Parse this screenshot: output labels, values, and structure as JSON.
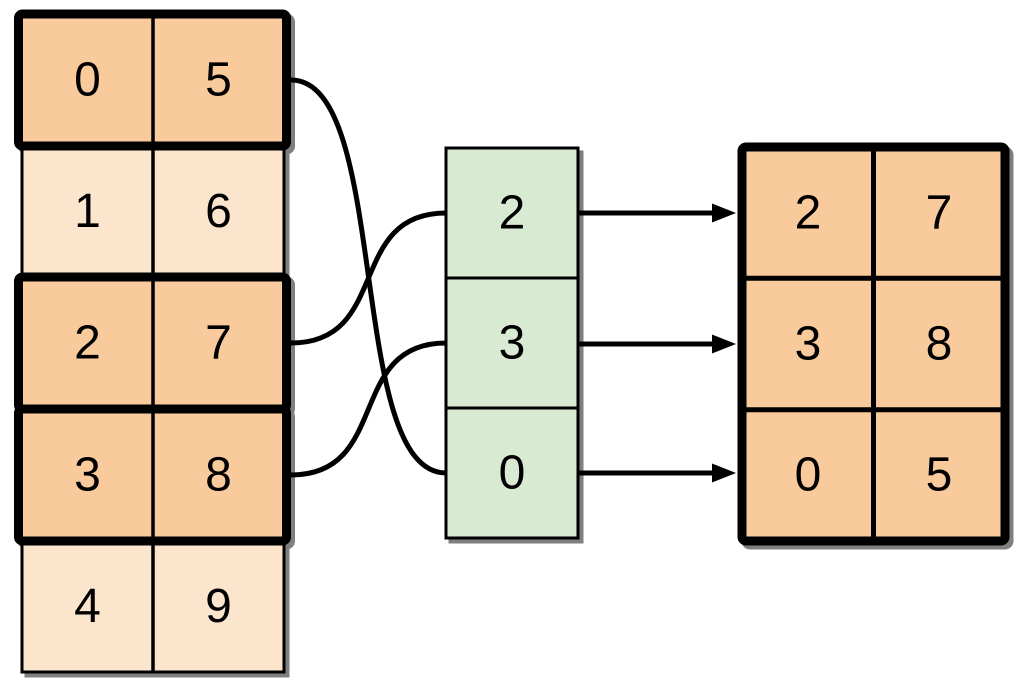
{
  "diagram": {
    "background": "#FFFFFF",
    "colors": {
      "highlight_fill": "#F9CB9C",
      "muted_fill": "#FCE5CD",
      "index_fill": "#D9EAD3",
      "line": "#000000",
      "text": "#000000"
    },
    "source_table": {
      "rows": [
        {
          "cells": [
            "0",
            "5"
          ],
          "highlighted": true
        },
        {
          "cells": [
            "1",
            "6"
          ],
          "highlighted": false
        },
        {
          "cells": [
            "2",
            "7"
          ],
          "highlighted": true
        },
        {
          "cells": [
            "3",
            "8"
          ],
          "highlighted": true
        },
        {
          "cells": [
            "4",
            "9"
          ],
          "highlighted": false
        }
      ]
    },
    "index_column": {
      "values": [
        "2",
        "3",
        "0"
      ]
    },
    "result_table": {
      "rows": [
        {
          "cells": [
            "2",
            "7"
          ]
        },
        {
          "cells": [
            "3",
            "8"
          ]
        },
        {
          "cells": [
            "0",
            "5"
          ]
        }
      ]
    },
    "connections": {
      "source_row_to_index_cell": [
        {
          "source_row": "0",
          "index_value": "0"
        },
        {
          "source_row": "2",
          "index_value": "2"
        },
        {
          "source_row": "3",
          "index_value": "3"
        }
      ],
      "index_cell_to_result_row": [
        {
          "index_value": "2",
          "result_row": "2 7"
        },
        {
          "index_value": "3",
          "result_row": "3 8"
        },
        {
          "index_value": "0",
          "result_row": "0 5"
        }
      ]
    }
  }
}
